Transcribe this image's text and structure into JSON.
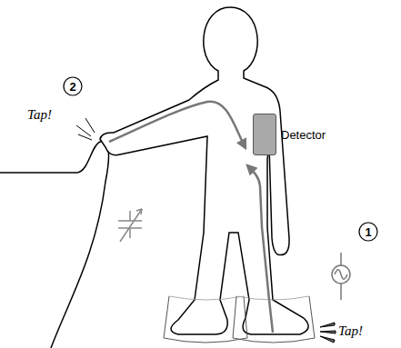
{
  "diagram": {
    "nodes": [
      {
        "text": [
          "Detector"
        ]
      }
    ],
    "labels": [
      "2",
      "Tap!",
      "1",
      "Tap!"
    ]
  }
}
